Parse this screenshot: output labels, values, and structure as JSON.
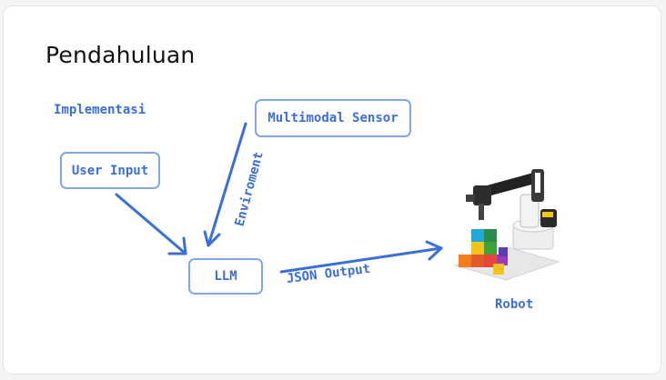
{
  "slide": {
    "title": "Pendahuluan"
  },
  "diagram": {
    "section_label": "Implementasi",
    "nodes": {
      "user_input": "User Input",
      "multimodal_sensor": "Multimodal Sensor",
      "llm": "LLM"
    },
    "edge_labels": {
      "environment": "Enviroment",
      "json_output": "JSON Output"
    },
    "robot_label": "Robot"
  },
  "colors": {
    "accent": "#3b6fd8",
    "node_border": "#82a6e6",
    "title": "#111111"
  }
}
